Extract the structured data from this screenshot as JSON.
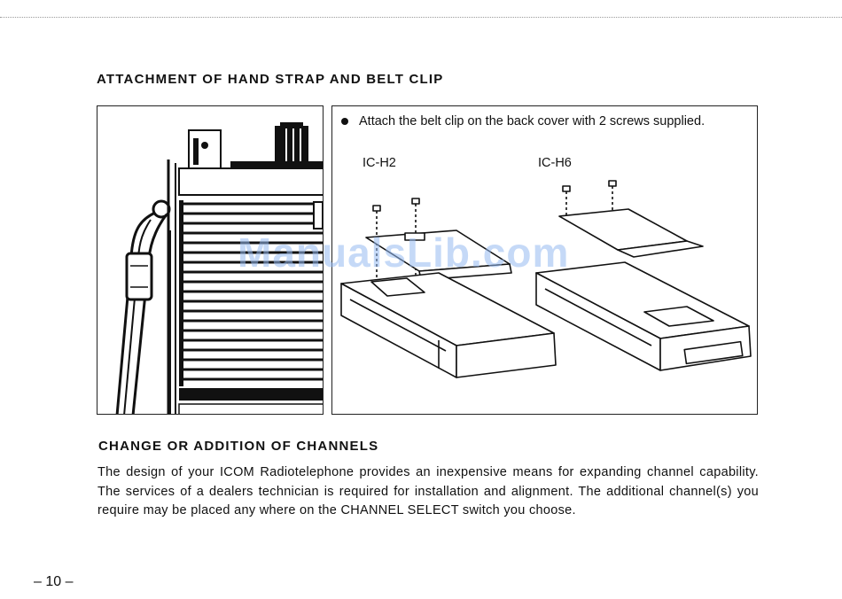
{
  "section1": {
    "heading": "ATTACHMENT OF HAND STRAP AND BELT CLIP"
  },
  "figure": {
    "instruction": "Attach the belt clip on the back cover with 2 screws supplied.",
    "model_left": "IC-H2",
    "model_right": "IC-H6"
  },
  "section2": {
    "heading": "CHANGE OR ADDITION OF CHANNELS",
    "body": "The design of your ICOM Radiotelephone provides an inexpensive means for expanding channel capability. The services of a dealers technician is required for installation and alignment. The additional channel(s) you require may be placed any where on the CHANNEL SELECT switch you choose."
  },
  "page_number": "– 10 –",
  "watermark": "ManualsLib.com"
}
